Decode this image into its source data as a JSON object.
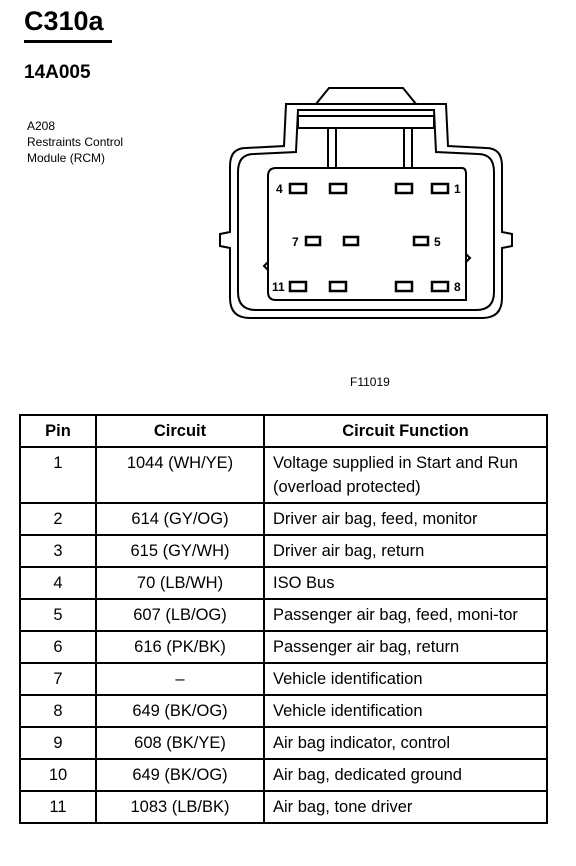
{
  "connector": {
    "id": "C310a",
    "part_number": "14A005",
    "module_lines": [
      "A208",
      "Restraints Control",
      "Module (RCM)"
    ],
    "figure_id": "F11019",
    "pin_labels": [
      {
        "text": "4",
        "anchor": "pin-4"
      },
      {
        "text": "1",
        "anchor": "pin-1"
      },
      {
        "text": "7",
        "anchor": "pin-7"
      },
      {
        "text": "5",
        "anchor": "pin-5"
      },
      {
        "text": "11",
        "anchor": "pin-11"
      },
      {
        "text": "8",
        "anchor": "pin-8"
      }
    ]
  },
  "table": {
    "headers": {
      "pin": "Pin",
      "circuit": "Circuit",
      "function": "Circuit Function"
    },
    "rows": [
      {
        "pin": "1",
        "circuit": "1044 (WH/YE)",
        "function": "Voltage supplied in Start and Run (overload protected)"
      },
      {
        "pin": "2",
        "circuit": "614 (GY/OG)",
        "function": "Driver air bag, feed, monitor"
      },
      {
        "pin": "3",
        "circuit": "615 (GY/WH)",
        "function": "Driver air bag, return"
      },
      {
        "pin": "4",
        "circuit": "70 (LB/WH)",
        "function": "ISO Bus"
      },
      {
        "pin": "5",
        "circuit": "607 (LB/OG)",
        "function": "Passenger air bag, feed, moni-tor"
      },
      {
        "pin": "6",
        "circuit": "616 (PK/BK)",
        "function": "Passenger air bag, return"
      },
      {
        "pin": "7",
        "circuit": "–",
        "function": "Vehicle identification"
      },
      {
        "pin": "8",
        "circuit": "649 (BK/OG)",
        "function": "Vehicle identification"
      },
      {
        "pin": "9",
        "circuit": "608 (BK/YE)",
        "function": "Air bag indicator, control"
      },
      {
        "pin": "10",
        "circuit": "649 (BK/OG)",
        "function": "Air bag, dedicated ground"
      },
      {
        "pin": "11",
        "circuit": "1083 (LB/BK)",
        "function": "Air bag, tone driver"
      }
    ]
  }
}
